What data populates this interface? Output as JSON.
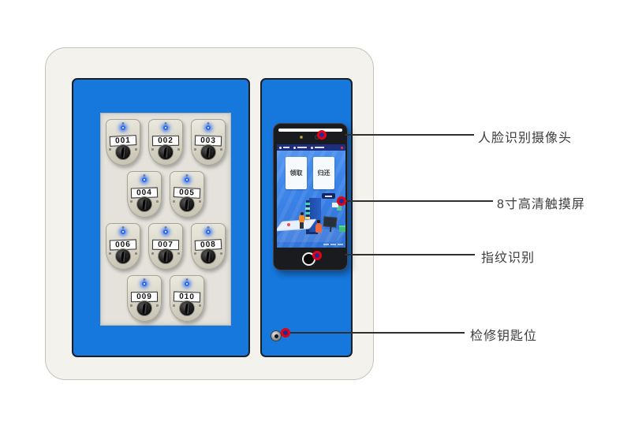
{
  "cabinet": {
    "left_door": {
      "slot_rows": [
        [
          "001",
          "002",
          "003"
        ],
        [
          "004",
          "005"
        ],
        [
          "006",
          "007",
          "008"
        ],
        [
          "009",
          "010"
        ]
      ]
    },
    "right_door": {
      "terminal": {
        "screen": {
          "buttons": [
            {
              "label": "领取"
            },
            {
              "label": "归还"
            }
          ]
        }
      }
    }
  },
  "annotations": [
    {
      "label": "人脸识别摄像头"
    },
    {
      "label": "8寸高清触摸屏"
    },
    {
      "label": "指纹识别"
    },
    {
      "label": "检修钥匙位"
    }
  ],
  "colors": {
    "panel_blue": "#1677dd",
    "cabinet_body": "#f4f2ed",
    "marker_red": "#e60012",
    "marker_core": "#1e2a96",
    "led_blue": "#2e6bf0",
    "screen_blue": "#3e86e8"
  }
}
